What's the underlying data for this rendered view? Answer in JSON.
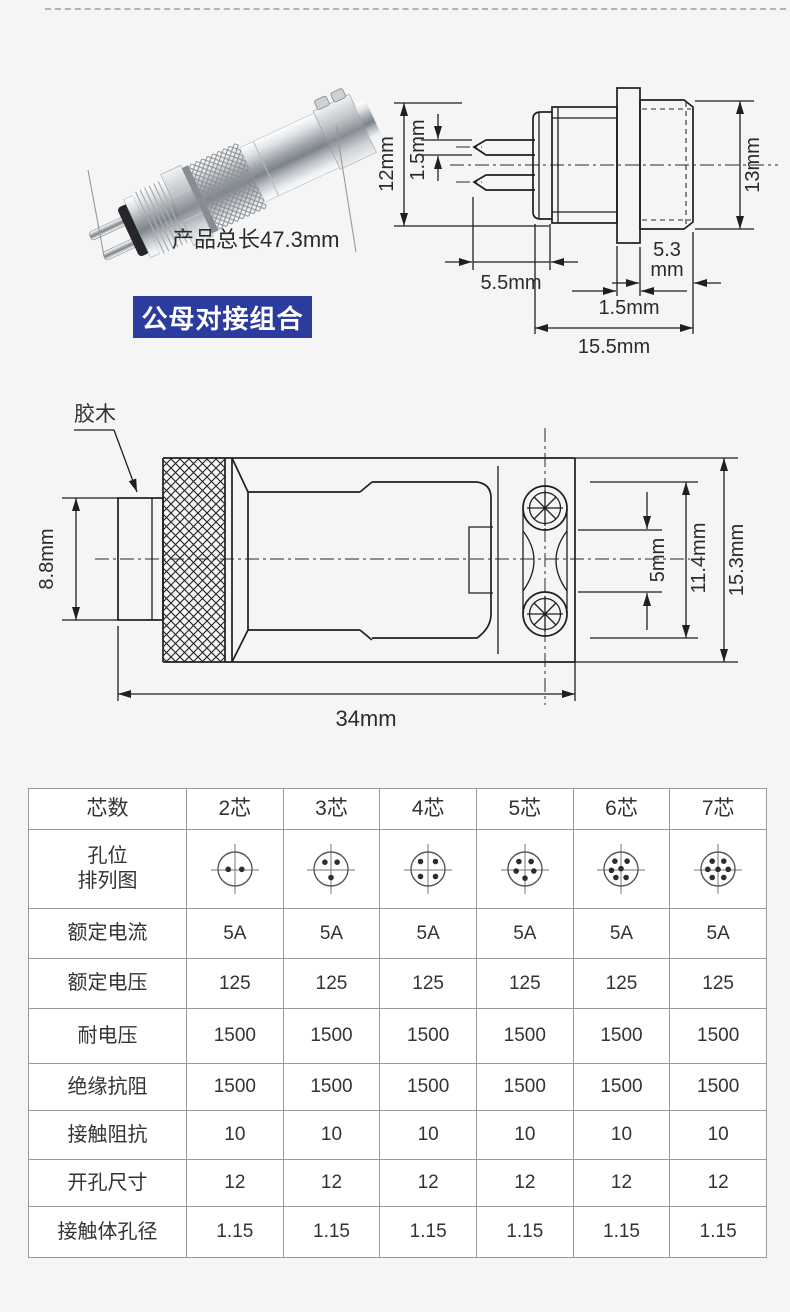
{
  "colors": {
    "page_bg": "#f5f5f5",
    "badge_bg": "#2b3b9e",
    "badge_text": "#ffffff",
    "drawing_line": "#1f1f1f",
    "table_border": "#999999"
  },
  "photo": {
    "length_label": "产品总长47.3mm",
    "badge_label": "公母对接组合"
  },
  "socket_drawing": {
    "dim_height_overall": "12mm",
    "dim_pin_thickness": "1.5mm",
    "dim_body_height": "13mm",
    "dim_pin_section": "5.5mm",
    "dim_front_length_line1": "5.3",
    "dim_front_length_line2": "mm",
    "dim_flange_thickness": "1.5mm",
    "dim_total_length": "15.5mm"
  },
  "plug_drawing": {
    "material_label": "胶木",
    "dim_rear_height": "8.8mm",
    "dim_screw_gap": "5mm",
    "dim_inner_height": "11.4mm",
    "dim_body_height": "15.3mm",
    "dim_total_length": "34mm"
  },
  "spec_table": {
    "corner_label": "芯数",
    "columns": [
      "2芯",
      "3芯",
      "4芯",
      "5芯",
      "6芯",
      "7芯"
    ],
    "pin_diagram_label": [
      "孔位",
      "排列图"
    ],
    "pin_counts": [
      2,
      3,
      4,
      5,
      6,
      7
    ],
    "pin_layouts": {
      "2": [
        [
          -0.4,
          0.02
        ],
        [
          0.4,
          0.02
        ]
      ],
      "3": [
        [
          -0.36,
          -0.4
        ],
        [
          0.36,
          -0.4
        ],
        [
          0,
          0.5
        ]
      ],
      "4": [
        [
          -0.44,
          -0.44
        ],
        [
          0.44,
          -0.44
        ],
        [
          -0.44,
          0.44
        ],
        [
          0.44,
          0.44
        ]
      ],
      "5": [
        [
          -0.36,
          -0.44
        ],
        [
          0.36,
          -0.44
        ],
        [
          -0.52,
          0.12
        ],
        [
          0.52,
          0.12
        ],
        [
          0,
          0.54
        ]
      ],
      "6": [
        [
          -0.36,
          -0.46
        ],
        [
          0.36,
          -0.46
        ],
        [
          -0.56,
          0.08
        ],
        [
          0,
          -0.02
        ],
        [
          -0.3,
          0.5
        ],
        [
          0.3,
          0.5
        ]
      ],
      "7": [
        [
          -0.34,
          -0.46
        ],
        [
          0.34,
          -0.46
        ],
        [
          -0.6,
          0.02
        ],
        [
          0,
          0.02
        ],
        [
          0.6,
          0.02
        ],
        [
          -0.34,
          0.5
        ],
        [
          0.34,
          0.5
        ]
      ]
    },
    "rows": [
      {
        "label": "额定电流",
        "values": [
          "5A",
          "5A",
          "5A",
          "5A",
          "5A",
          "5A"
        ]
      },
      {
        "label": "额定电压",
        "values": [
          "125",
          "125",
          "125",
          "125",
          "125",
          "125"
        ]
      },
      {
        "label": "耐电压",
        "values": [
          "1500",
          "1500",
          "1500",
          "1500",
          "1500",
          "1500"
        ]
      },
      {
        "label": "绝缘抗阻",
        "values": [
          "1500",
          "1500",
          "1500",
          "1500",
          "1500",
          "1500"
        ]
      },
      {
        "label": "接触阻抗",
        "values": [
          "10",
          "10",
          "10",
          "10",
          "10",
          "10"
        ]
      },
      {
        "label": "开孔尺寸",
        "values": [
          "12",
          "12",
          "12",
          "12",
          "12",
          "12"
        ]
      },
      {
        "label": "接触体孔径",
        "values": [
          "1.15",
          "1.15",
          "1.15",
          "1.15",
          "1.15",
          "1.15"
        ]
      }
    ]
  }
}
